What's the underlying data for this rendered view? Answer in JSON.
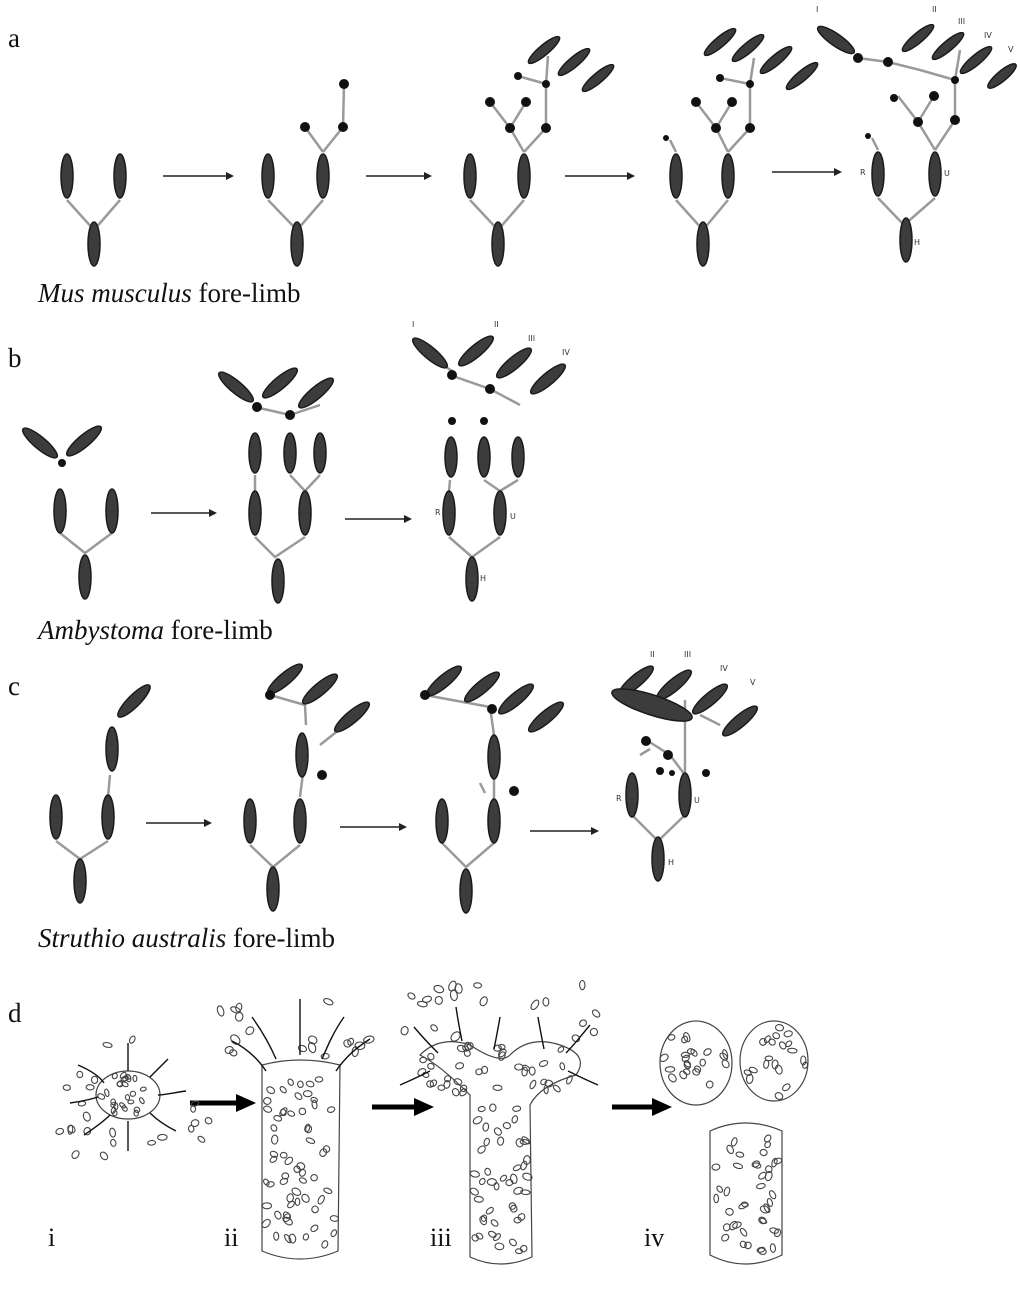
{
  "panel_a": {
    "letter": "a",
    "caption_species": "Mus musculus",
    "caption_suffix": " fore-limb",
    "labels": {
      "humerus": "H",
      "radius": "R",
      "ulna": "U",
      "digits": [
        "I",
        "II",
        "III",
        "IV",
        "V"
      ]
    }
  },
  "panel_b": {
    "letter": "b",
    "caption_species": "Ambystoma",
    "caption_suffix": " fore-limb",
    "labels": {
      "humerus": "H",
      "radius": "R",
      "ulna": "U",
      "digits": [
        "I",
        "II",
        "III",
        "IV"
      ]
    }
  },
  "panel_c": {
    "letter": "c",
    "caption_species": "Struthio australis",
    "caption_suffix": " fore-limb",
    "labels": {
      "humerus": "H",
      "radius": "R",
      "ulna": "U",
      "digits": [
        "II",
        "III",
        "IV",
        "V"
      ]
    }
  },
  "panel_d": {
    "letter": "d",
    "stages": [
      "i",
      "ii",
      "iii",
      "iv"
    ]
  }
}
